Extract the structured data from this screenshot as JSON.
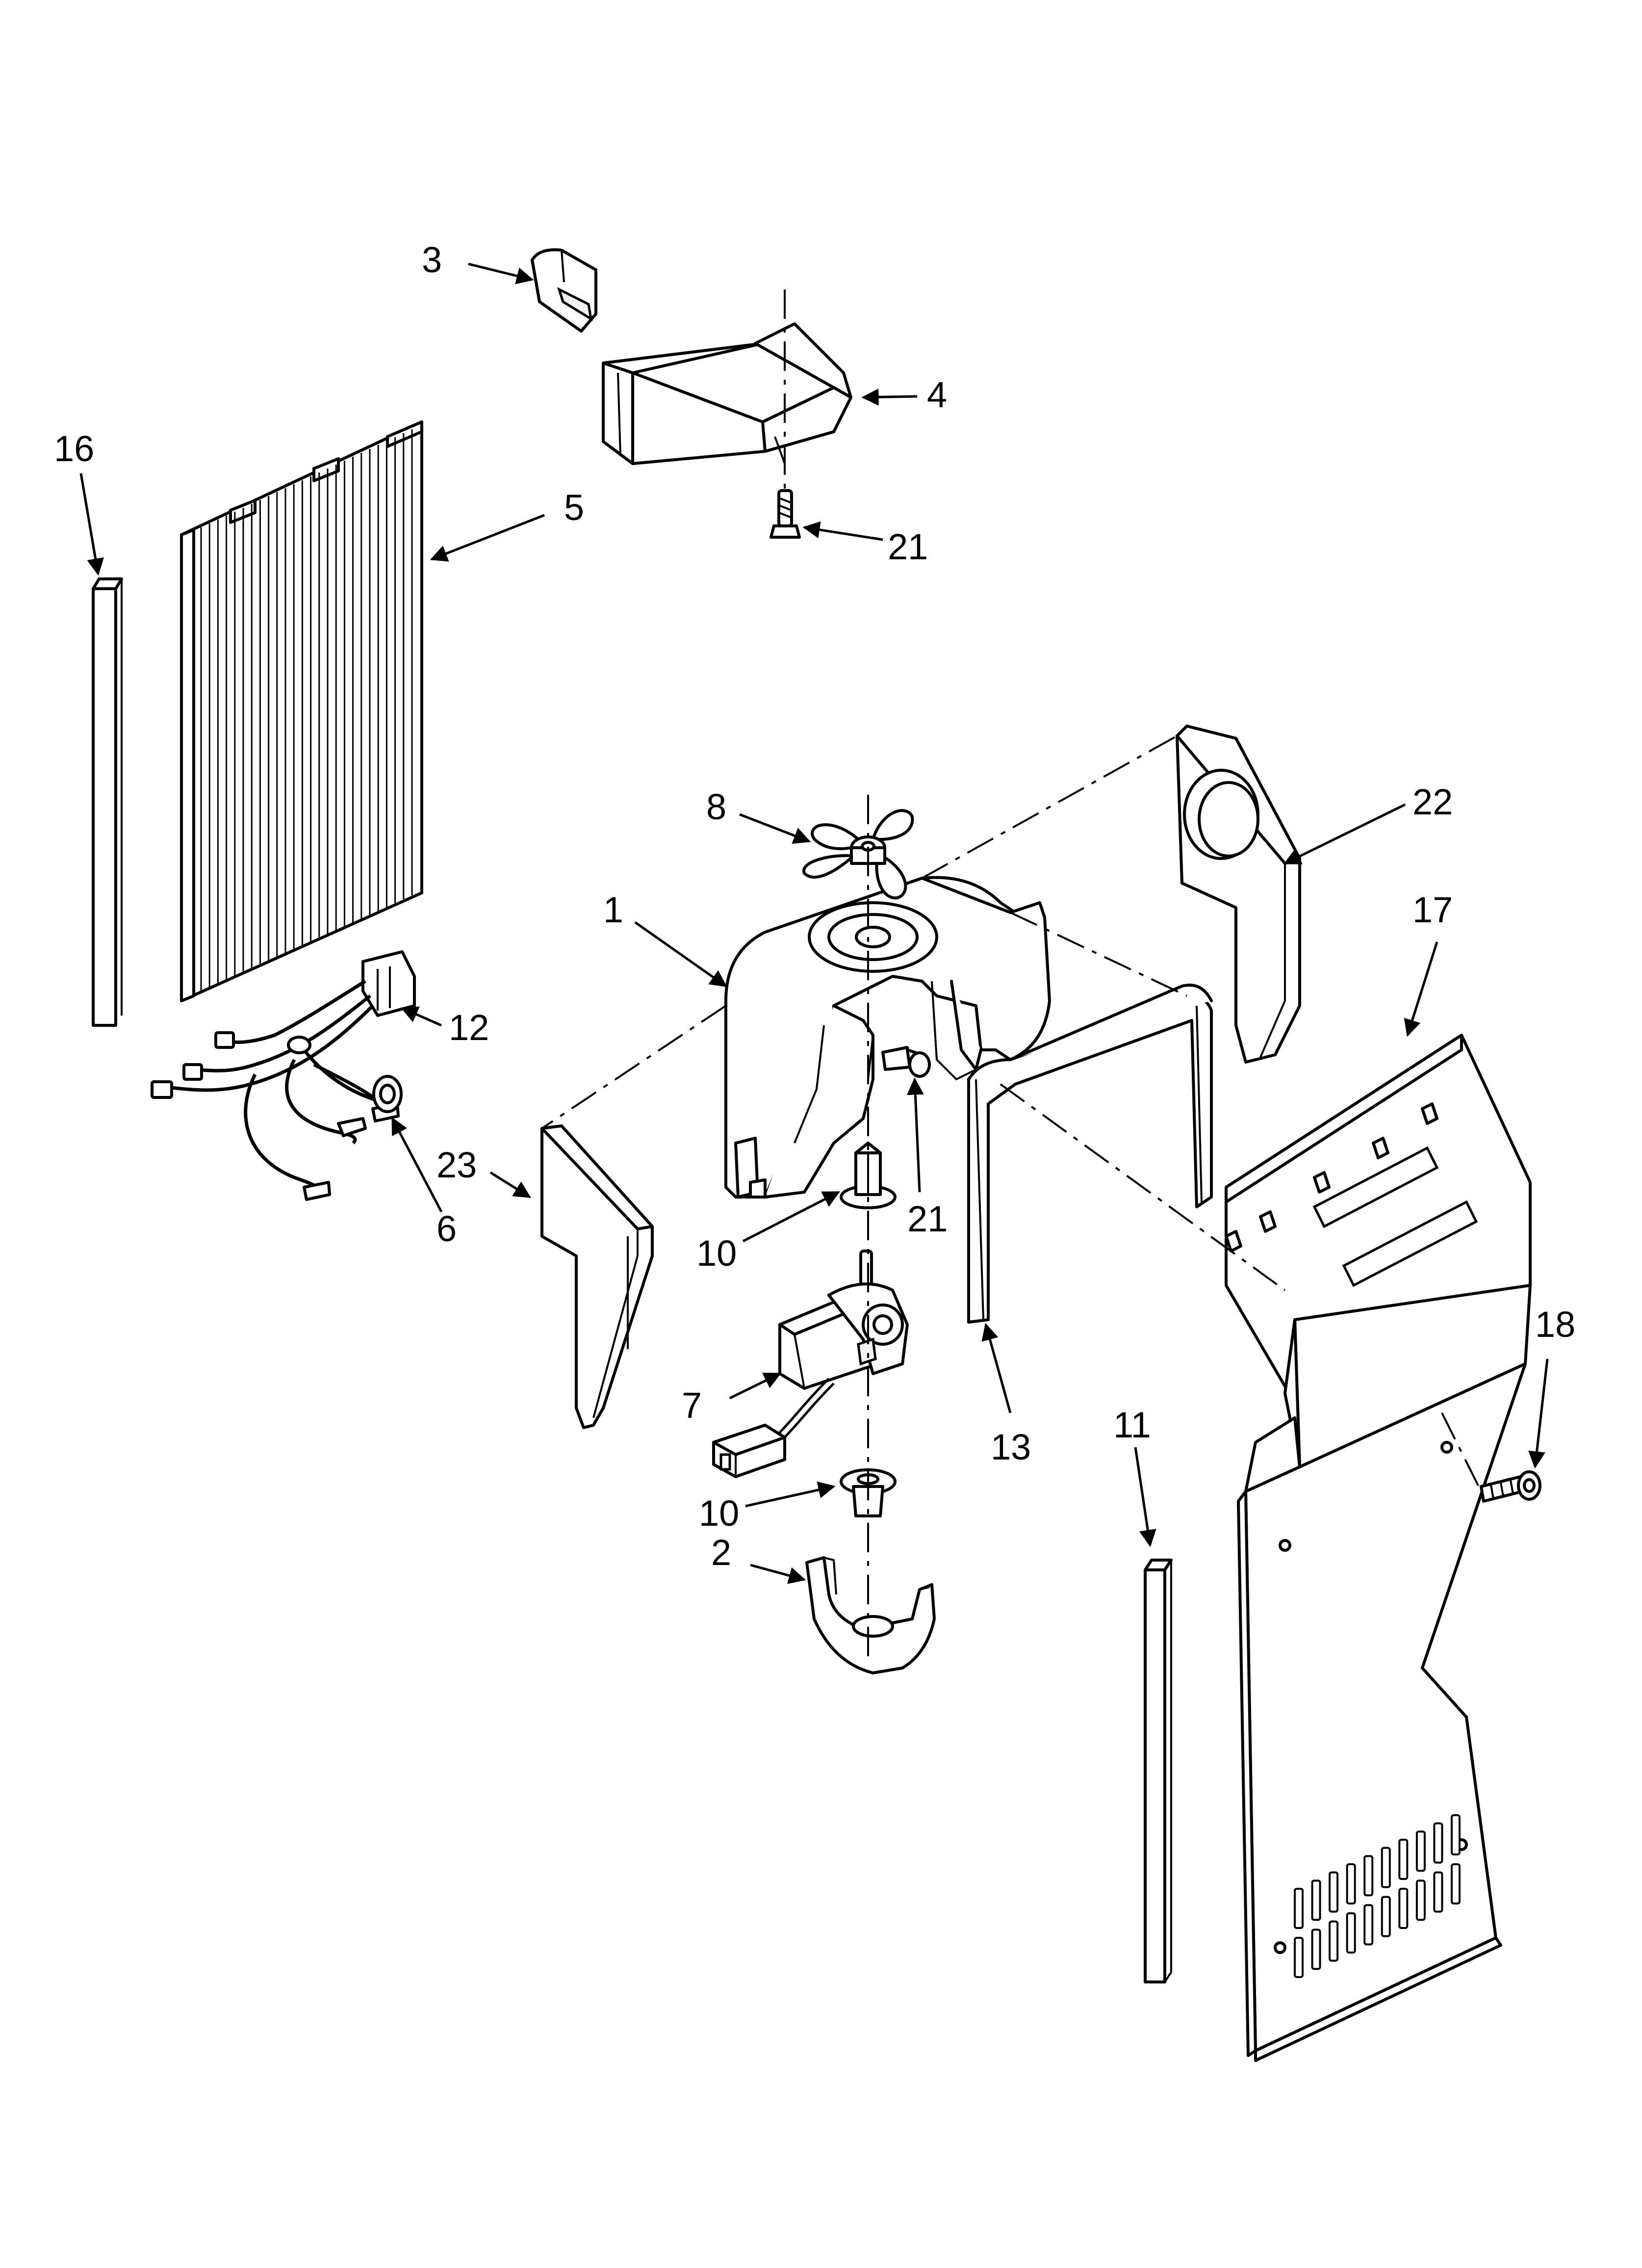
{
  "callouts": {
    "c1": "1",
    "c2": "2",
    "c3": "3",
    "c4": "4",
    "c5": "5",
    "c6": "6",
    "c7": "7",
    "c8": "8",
    "c10a": "10",
    "c10b": "10",
    "c11": "11",
    "c12": "12",
    "c13": "13",
    "c16": "16",
    "c17": "17",
    "c18": "18",
    "c21a": "21",
    "c21b": "21",
    "c22": "22",
    "c23": "23"
  },
  "colors": {
    "line": "#000000",
    "background": "#ffffff"
  }
}
